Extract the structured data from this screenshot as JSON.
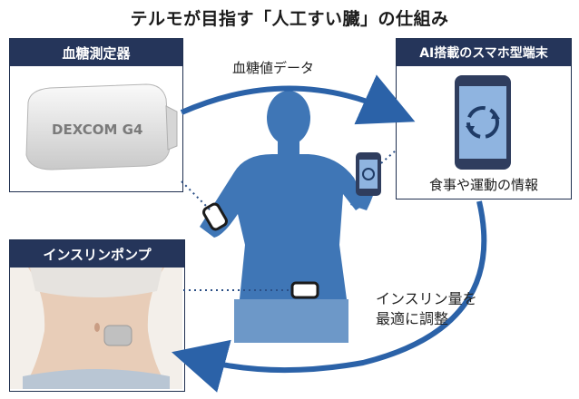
{
  "title": "テルモが目指す「人工すい臓」の仕組み",
  "panels": {
    "sensor": {
      "heading": "血糖測定器",
      "device_brand": "DEXCOM G4"
    },
    "app": {
      "heading": "AI搭載のスマホ型端末",
      "caption": "食事や運動の情報"
    },
    "pump": {
      "heading": "インスリンポンプ"
    }
  },
  "flows": {
    "data_label": "血糖値データ",
    "adjust_line1": "インスリン量を",
    "adjust_line2": "最適に調整"
  },
  "colors": {
    "panel_header": "#25355a",
    "arrow": "#2b62a8",
    "silhouette": "#3f76b6"
  },
  "icons": [
    "refresh-cycle-icon",
    "smartphone-icon",
    "sensor-device-icon",
    "pump-device-icon"
  ]
}
